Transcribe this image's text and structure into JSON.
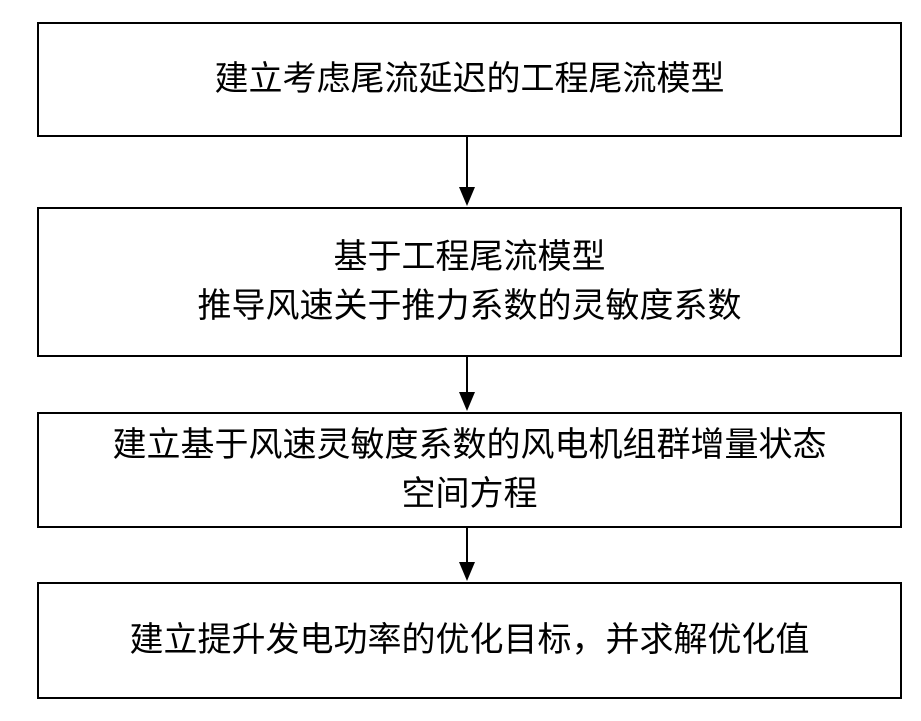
{
  "steps": [
    {
      "lines": [
        "建立考虑尾流延迟的工程尾流模型"
      ]
    },
    {
      "lines": [
        "基于工程尾流模型",
        "推导风速关于推力系数的灵敏度系数"
      ]
    },
    {
      "lines": [
        "建立基于风速灵敏度系数的风电机组群增量状态",
        "空间方程"
      ]
    },
    {
      "lines": [
        "建立提升发电功率的优化目标，并求解优化值"
      ]
    }
  ]
}
